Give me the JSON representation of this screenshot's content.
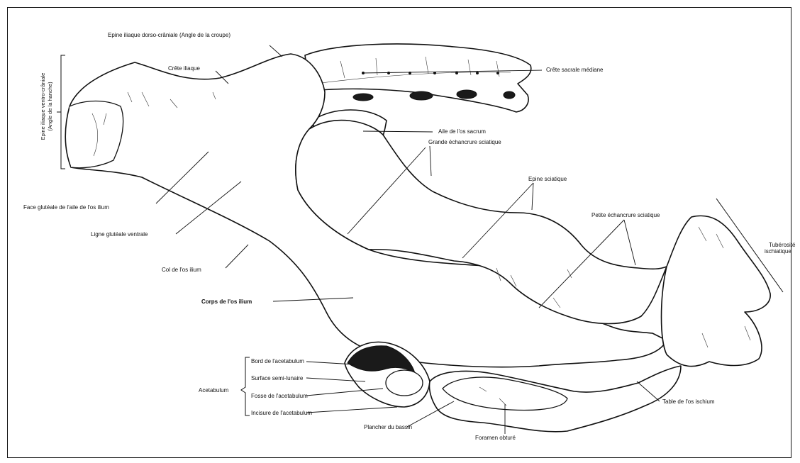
{
  "labels": {
    "epine_dorso": "Epine iliaque dorso-crâniale (Angle de la croupe)",
    "crete_iliaque": "Crête iliaque",
    "crete_sacrale": "Crête sacrale médiane",
    "aile_sacrum": "Aile de l'os sacrum",
    "grande_echancrure": "Grande échancrure sciatique",
    "epine_sciatique": "Epine sciatique",
    "petite_echancrure": "Petite échancrure sciatique",
    "tuberosite_1": "Tubérosité",
    "tuberosite_2": "ischiatique",
    "face_glutea": "Face glutéale de l'aile de l'os ilium",
    "ligne_glutea": "Ligne glutéale ventrale",
    "col_ilium": "Col de l'os ilium",
    "corps_ilium": "Corps de l'os ilium",
    "bord_acetabulum": "Bord de l'acetabulum",
    "surface_semi": "Surface semi-lunaire",
    "acetabulum": "Acetabulum",
    "fosse_acetabulum": "Fosse de l'acetabulum",
    "incisure_acetabulum": "Incisure de l'acetabulum",
    "plancher_bassin": "Plancher du bassin",
    "foramen_obture": "Foramen obturé",
    "table_ischium": "Table de l'os ischium",
    "epine_ventro_1": "Epine iliaque ventro-crâniale",
    "epine_ventro_2": "(Angle de la hanche)"
  }
}
